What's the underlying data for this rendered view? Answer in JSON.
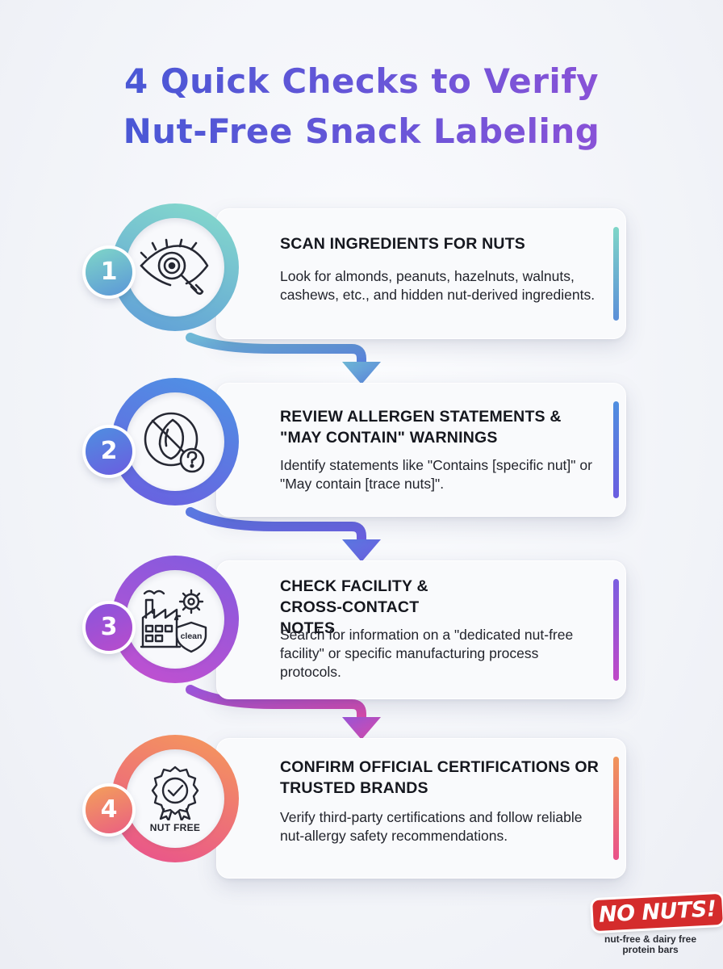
{
  "title": {
    "line1": "4 Quick Checks to Verify",
    "line2": "Nut-Free Snack Labeling"
  },
  "colors": {
    "title_gradient": [
      "#3b58d4",
      "#9b4fd6"
    ],
    "step1": [
      "#7fd6c8",
      "#5b8fd8"
    ],
    "step2": [
      "#4f8fe0",
      "#6a5de0"
    ],
    "step3": [
      "#7a5fe0",
      "#c048c8"
    ],
    "step4": [
      "#f0955a",
      "#e9508a"
    ]
  },
  "steps": [
    {
      "number": "1",
      "icon": "eye-magnifier-icon",
      "heading": "SCAN INGREDIENTS FOR NUTS",
      "description": "Look for almonds, peanuts, hazelnuts, walnuts, cashews, etc., and hidden nut-derived ingredients."
    },
    {
      "number": "2",
      "icon": "no-nut-question-icon",
      "heading": "REVIEW ALLERGEN STATEMENTS & \"MAY CONTAIN\" WARNINGS",
      "description": "Identify statements like \"Contains [specific nut]\" or \"May contain [trace nuts]\"."
    },
    {
      "number": "3",
      "icon": "factory-clean-icon",
      "icon_label": "clean",
      "heading": "CHECK FACILITY & CROSS-CONTACT NOTES",
      "description": "Search for information on a \"dedicated nut-free facility\" or specific manufacturing process protocols."
    },
    {
      "number": "4",
      "icon": "certified-badge-icon",
      "icon_label": "NUT FREE",
      "heading": "CONFIRM OFFICIAL CERTIFICATIONS OR TRUSTED BRANDS",
      "description": "Verify third-party certifications and follow reliable nut-allergy safety recommendations."
    }
  ],
  "brand": {
    "name": "NO NUTS!",
    "tagline_line1": "nut-free & dairy free",
    "tagline_line2": "protein bars"
  }
}
